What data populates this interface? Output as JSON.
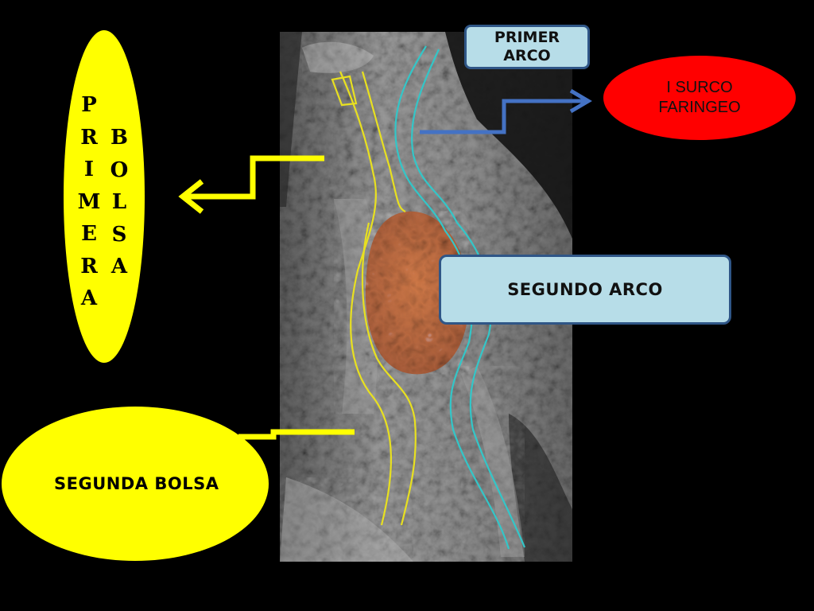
{
  "labels": {
    "primer_arco_line1": "PRIMER",
    "primer_arco_line2": "ARCO",
    "i_surco_line1": "I SURCO",
    "i_surco_line2": "FARINGEO",
    "segundo_arco": "SEGUNDO ARCO",
    "segunda_bolsa": "SEGUNDA BOLSA",
    "primera_letters": [
      "P",
      "R",
      "I",
      "M",
      "E",
      "R",
      "A"
    ],
    "bolsa_letters": [
      "B",
      "O",
      "L",
      "S",
      "A"
    ]
  },
  "colors": {
    "background": "#000000",
    "yellow_label": "#ffff00",
    "red_label": "#ff0000",
    "blue_box_fill": "#b7dde8",
    "blue_box_border": "#2f5687",
    "yellow_arrow": "#ffff00",
    "blue_arrow": "#4472c4",
    "yellow_outline": "#e8e020",
    "cyan_outline": "#33c6c8",
    "orange_region": "#c8683a",
    "micrograph_gray": "#8a8a8a"
  }
}
